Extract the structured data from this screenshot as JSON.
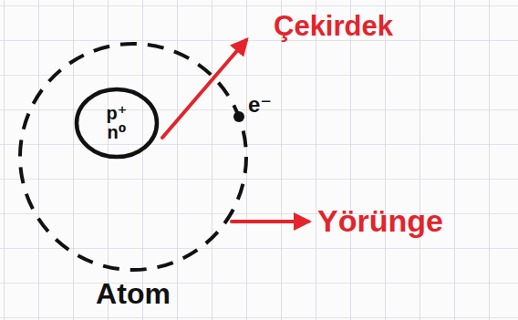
{
  "diagram": {
    "nodes": [
      {
        "text": [
          "Atom"
        ]
      },
      {
        "text": [
          "p⁺ n⁰"
        ],
        "in": 0
      }
    ],
    "labels": [
      "Çekirdek",
      "e⁻",
      "Yörünge"
    ]
  }
}
